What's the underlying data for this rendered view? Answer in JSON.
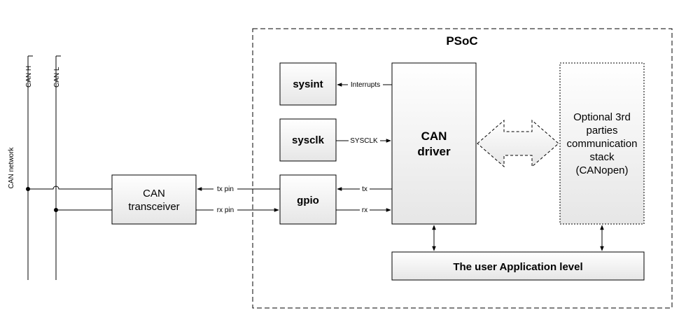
{
  "diagram": {
    "psoc_title": "PSoC",
    "can_network_label": "CAN network",
    "can_h_label": "CAN H",
    "can_l_label": "CAN L",
    "blocks": {
      "sysint": "sysint",
      "sysclk": "sysclk",
      "gpio": "gpio",
      "can_driver_line1": "CAN",
      "can_driver_line2": "driver",
      "transceiver_line1": "CAN",
      "transceiver_line2": "transceiver",
      "optional_line1": "Optional 3rd",
      "optional_line2": "parties",
      "optional_line3": "communication",
      "optional_line4": "stack",
      "optional_line5": "(CANopen)",
      "app_level": "The user Application level"
    },
    "signals": {
      "interrupts": "Interrupts",
      "sysclk": "SYSCLK",
      "tx": "tx",
      "rx": "rx",
      "tx_pin": "tx pin",
      "rx_pin": "rx pin"
    },
    "colors": {
      "block_fill_top": "#ffffff",
      "block_fill_bottom": "#e6e6e6",
      "stroke": "#000000"
    }
  }
}
